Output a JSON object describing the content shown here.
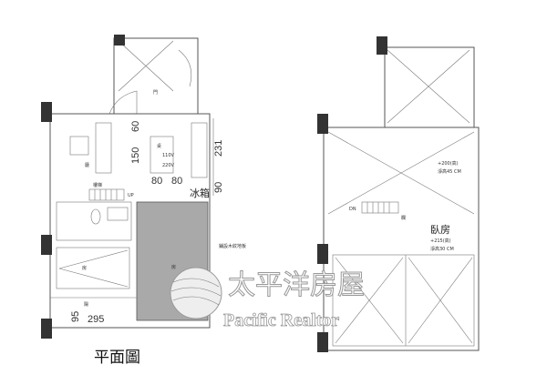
{
  "plan_title": "平面圖",
  "left_plan": {
    "fridge_label": "冰箱",
    "door_label": "門",
    "sofa_label": "廳",
    "table_label": "桌",
    "outlet_110": "110V",
    "outlet_220": "220V",
    "stairs_label": "樓梯",
    "up_label": "UP",
    "room_label_1": "房",
    "room_label_2": "房",
    "balcony_label": "陽",
    "floor_note": "鋪設木紋地板",
    "dims": {
      "d60": "60",
      "d150": "150",
      "d231": "231",
      "d80a": "80",
      "d80b": "80",
      "d90": "90",
      "d95": "95",
      "d295": "295"
    }
  },
  "right_plan": {
    "bedroom_label": "臥房",
    "loft_height_1": "+200(高)",
    "loft_clear_1": "淨高45 CM",
    "loft_height_2": "+215(高)",
    "loft_clear_2": "淨高30 CM",
    "down_label": "DN",
    "rail_label": "欄"
  },
  "watermark": {
    "name_cn": "太平洋房屋",
    "name_en": "Pacific Realtor"
  }
}
